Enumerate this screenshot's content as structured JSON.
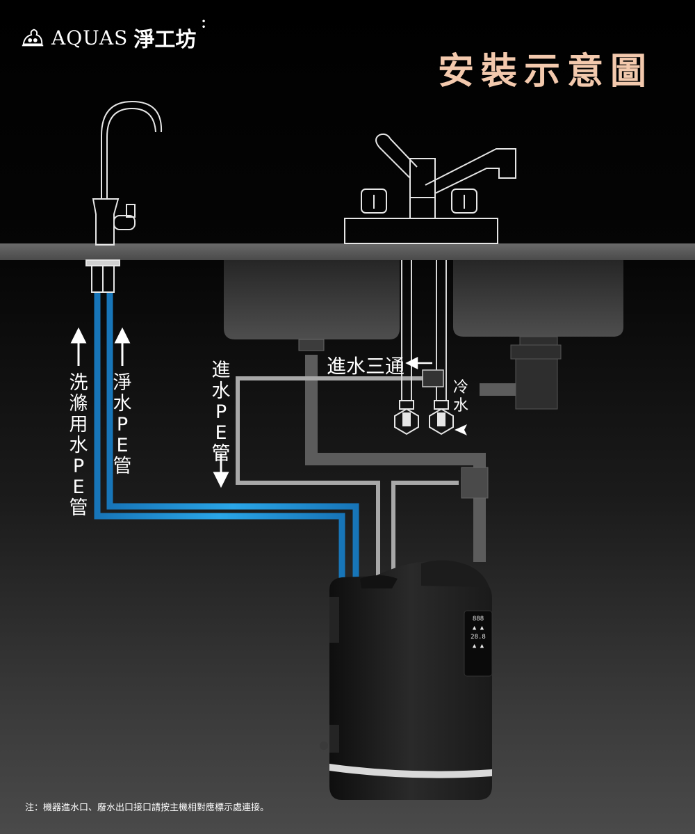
{
  "brand": {
    "name": "AQUAS",
    "name_cn": "淨工坊"
  },
  "title": "安裝示意圖",
  "labels": {
    "wash_pipe": "洗滌用水PE管",
    "pure_pipe": "淨水PE管",
    "inlet_pipe": "進水PE管",
    "tee": "進水三通",
    "cold_water": "冷水"
  },
  "display": {
    "line1": "888",
    "line2": "28.8"
  },
  "note": "注：機器進水口、廢水出口接口請按主機相對應標示處連接。",
  "colors": {
    "title": "#f3c9ad",
    "blue_pipe": "#1b8fd6",
    "gray_pipe": "#a8a8a8",
    "drain_pipe": "#5c5c5c"
  }
}
